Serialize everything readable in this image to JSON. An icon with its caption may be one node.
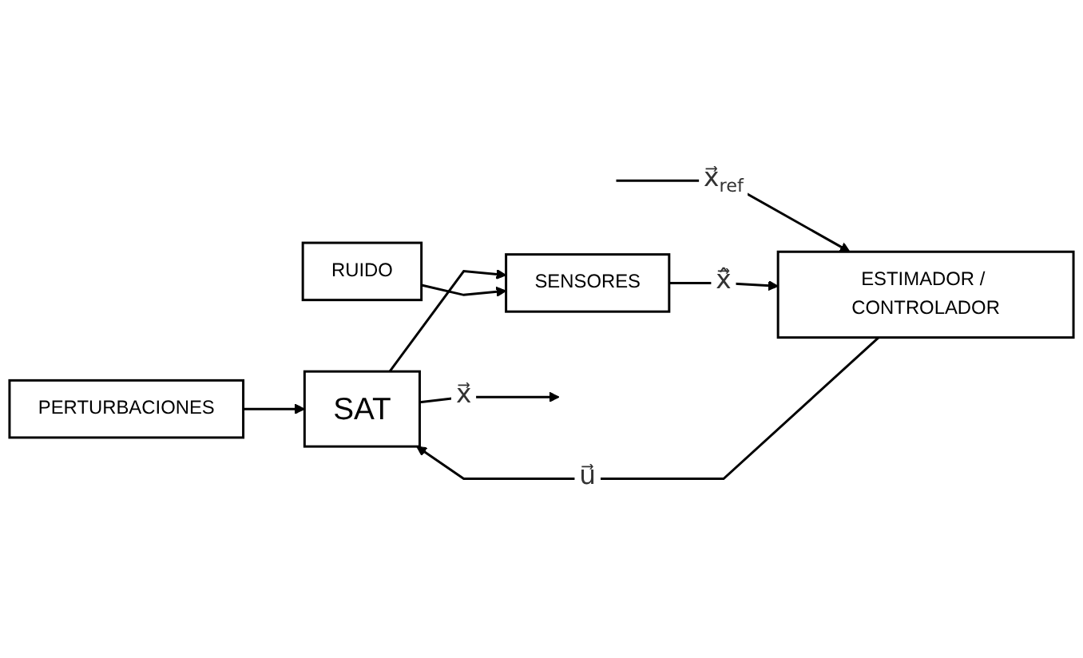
{
  "diagram": {
    "nodes": [
      {
        "text": [
          "PERTURBACIONES"
        ]
      },
      {
        "text": [
          "ESTIMADOR / CONTROLADOR"
        ]
      },
      {
        "text": [
          "SAT"
        ]
      },
      {
        "text": [
          "SENSORES"
        ]
      },
      {
        "text": [
          "RUIDO"
        ]
      }
    ],
    "edges": [
      {
        "from": null,
        "to": 1,
        "arrow": "to",
        "label": "x⃗$_{ref}$"
      },
      {
        "from": 1,
        "to": 2,
        "arrow": "to",
        "label": "u⃗"
      },
      {
        "from": 0,
        "to": 2,
        "arrow": "to"
      },
      {
        "from": 2,
        "to": null,
        "arrow": "to",
        "label": "x⃗"
      },
      {
        "from": 2,
        "to": 3,
        "arrow": "to"
      },
      {
        "from": 3,
        "to": 1,
        "arrow": "to",
        "label": "x̂⃗"
      },
      {
        "from": 4,
        "to": 3,
        "arrow": "to"
      }
    ]
  }
}
